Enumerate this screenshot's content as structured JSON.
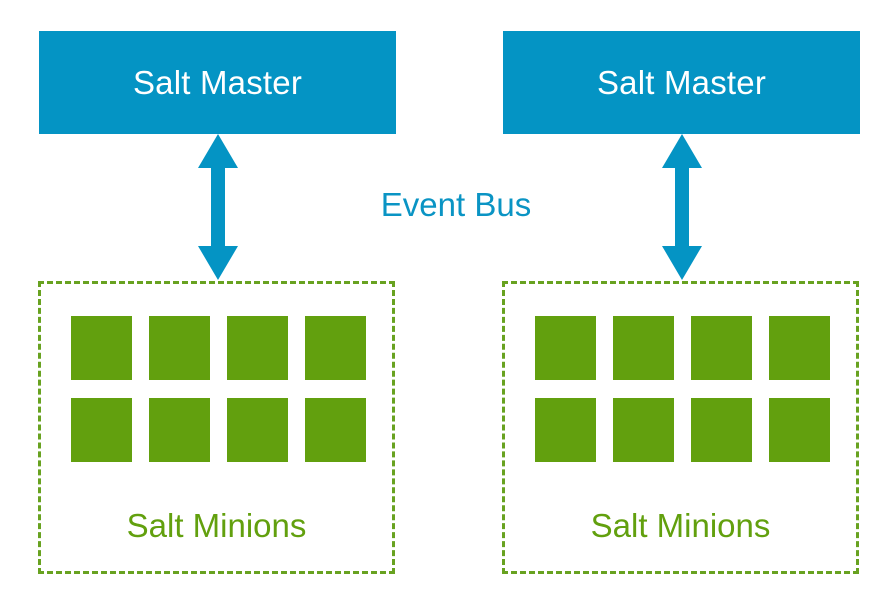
{
  "colors": {
    "master_fill": "#0494c4",
    "master_text": "#ffffff",
    "event_bus": "#0a94c4",
    "minion_fill": "#62a00e",
    "minion_border": "#68a220",
    "minion_label": "#62a00e"
  },
  "masters": [
    {
      "label": "Salt Master"
    },
    {
      "label": "Salt Master"
    }
  ],
  "event_bus": {
    "label": "Event Bus"
  },
  "minion_groups": [
    {
      "label": "Salt Minions",
      "minion_count": 8
    },
    {
      "label": "Salt Minions",
      "minion_count": 8
    }
  ]
}
